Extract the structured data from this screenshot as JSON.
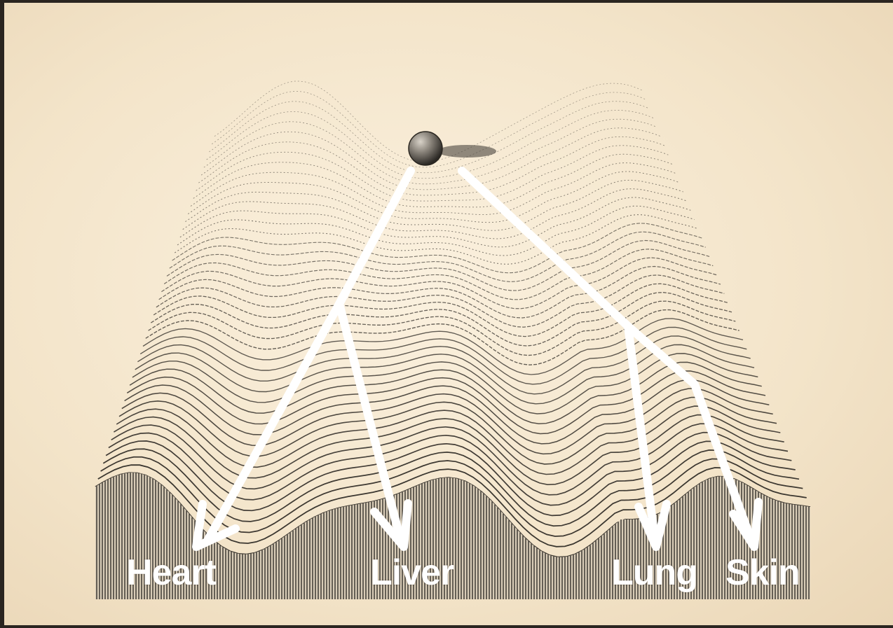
{
  "diagram": {
    "type": "epigenetic-landscape",
    "colors": {
      "background": "#f5e9d3",
      "ink": "#2e2a25",
      "arrow": "#ffffff",
      "label": "#ffffff",
      "ball": "#6e6a64"
    },
    "destinations": [
      {
        "id": "heart",
        "label": "Heart"
      },
      {
        "id": "liver",
        "label": "Liver"
      },
      {
        "id": "lung",
        "label": "Lung"
      },
      {
        "id": "skin",
        "label": "Skin"
      }
    ]
  }
}
